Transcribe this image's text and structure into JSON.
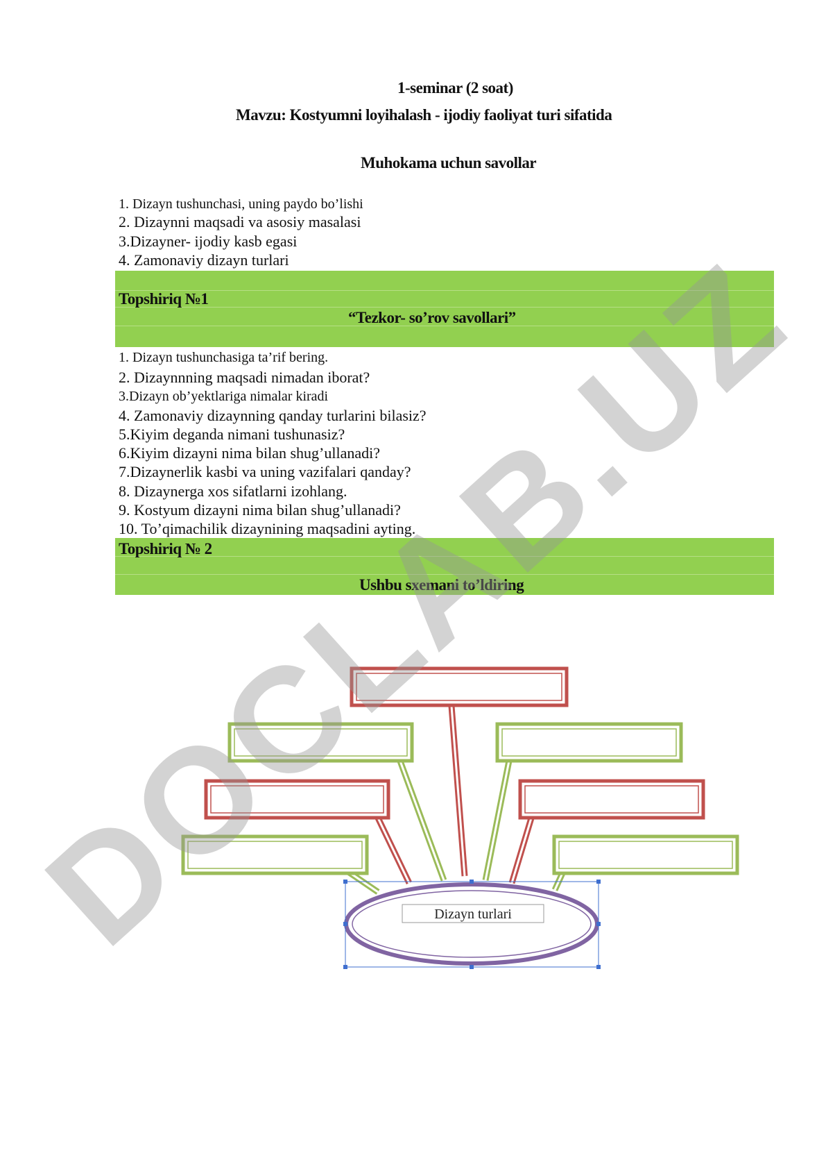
{
  "header": {
    "seminar": "1-seminar (2 soat)",
    "topic": "Mavzu: Kostyumni loyihalash - ijodiy faoliyat turi sifatida",
    "discussion_title": "Muhokama uchun savollar"
  },
  "discussion_questions": [
    "1. Dizayn tushunchasi, uning paydo bo’lishi",
    "2. Dizaynni maqsadi va asosiy masalasi",
    "3.Dizayner- ijodiy kasb egasi",
    "4. Zamonaviy dizayn turlari"
  ],
  "task1": {
    "label": "Topshiriq №1",
    "subtitle": "“Tezkor- so’rov savollari”",
    "questions": [
      "1. Dizayn tushunchasiga ta’rif bering.",
      "2. Dizaynnning maqsadi nimadan iborat?",
      "3.Dizayn ob’yektlariga nimalar kiradi",
      "4. Zamonaviy dizaynning qanday turlarini bilasiz?",
      "5.Kiyim deganda nimani tushunasiz?",
      "6.Kiyim dizayni nima bilan shug’ullanadi?",
      "7.Dizaynerlik kasbi va uning vazifalari qanday?",
      "8. Dizaynerga xos sifatlarni izohlang.",
      "9. Kostyum dizayni nima bilan shug’ullanadi?",
      "10. To’qimachilik dizaynining maqsadini ayting."
    ]
  },
  "task2": {
    "label": "Topshiriq № 2",
    "subtitle": "Ushbu sxemani to’ldiring"
  },
  "diagram": {
    "center_label": "Dizayn turlari",
    "colors": {
      "red": "#c0504d",
      "green": "#9bbb59",
      "purple": "#8064a2",
      "selection": "#3f6fcf"
    }
  },
  "watermark": "DOCLAB.UZ",
  "colors": {
    "band": "#92d050"
  }
}
